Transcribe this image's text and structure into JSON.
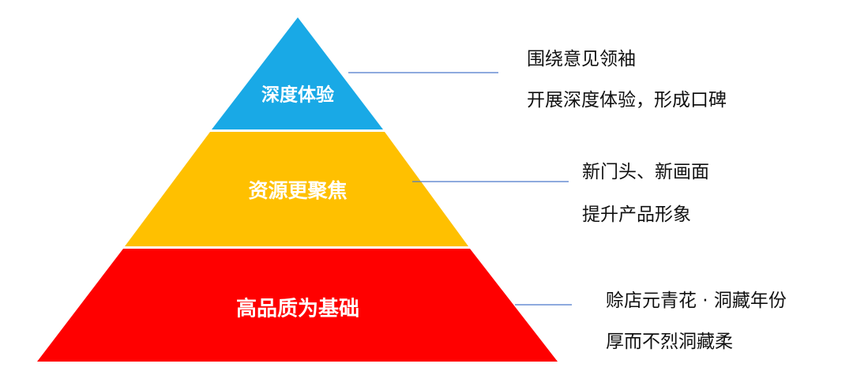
{
  "pyramid": {
    "tiers": [
      {
        "label": "深度体验",
        "color": "#19A9E6"
      },
      {
        "label": "资源更聚焦",
        "color": "#FFC000"
      },
      {
        "label": "高品质为基础",
        "color": "#FF0000"
      }
    ],
    "connector_color": "#4A78C9"
  },
  "notes": {
    "top": {
      "line1": "围绕意见领袖",
      "line2": "开展深度体验，形成口碑"
    },
    "middle": {
      "line1": "新门头、新画面",
      "line2": "提升产品形象"
    },
    "bottom": {
      "line1": "赊店元青花 · 洞藏年份",
      "line2": "厚而不烈洞藏柔"
    }
  }
}
